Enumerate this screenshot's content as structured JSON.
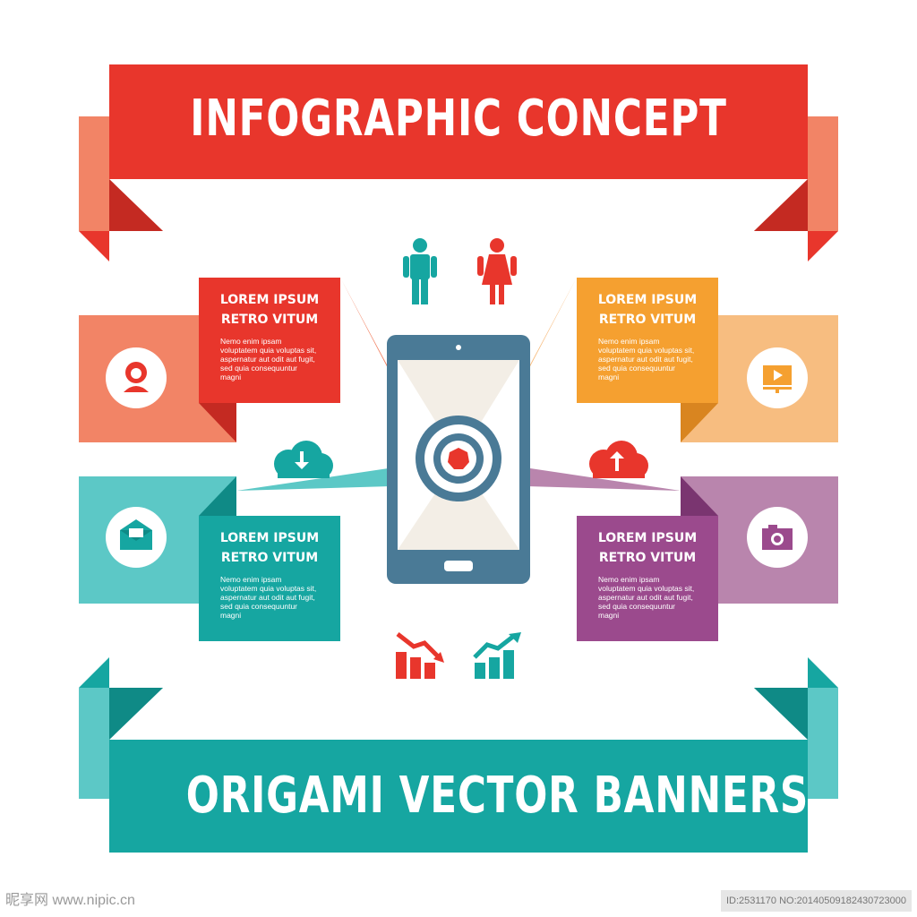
{
  "header": {
    "title": "INFOGRAPHIC CONCEPT"
  },
  "footer_banner": {
    "title": "ORIGAMI VECTOR BANNERS"
  },
  "cards": {
    "red": {
      "heading_1": "LOREM IPSUM",
      "heading_2": "RETRO VITUM",
      "body": "Nemo enim ipsam voluptatem quia voluptas sit, aspernatur aut odit aut fugit, sed quia consequuntur magni"
    },
    "orange": {
      "heading_1": "LOREM IPSUM",
      "heading_2": "RETRO VITUM",
      "body": "Nemo enim ipsam voluptatem quia voluptas sit, aspernatur aut odit aut fugit, sed quia consequuntur magni"
    },
    "teal": {
      "heading_1": "LOREM IPSUM",
      "heading_2": "RETRO VITUM",
      "body": "Nemo enim ipsam voluptatem quia voluptas sit, aspernatur aut odit aut fugit, sed quia consequuntur magni"
    },
    "purple": {
      "heading_1": "LOREM IPSUM",
      "heading_2": "RETRO VITUM",
      "body": "Nemo enim ipsam voluptatem quia voluptas sit, aspernatur aut odit aut fugit, sed quia consequuntur magni"
    }
  },
  "watermark": {
    "left": "昵享网 www.nipic.cn",
    "right": "ID:2531170 NO:20140509182430723000"
  },
  "colors": {
    "red": "#e8362c",
    "red_light": "#f28466",
    "orange": "#f5a030",
    "orange_light": "#f7bd80",
    "teal": "#16a6a1",
    "teal_light": "#5cc8c6",
    "purple": "#9b4a8d",
    "purple_light": "#b985ad",
    "phone": "#4a7a96"
  },
  "icons": [
    "woman-user-icon",
    "video-play-icon",
    "mail-icon",
    "camera-icon",
    "cloud-download-icon",
    "cloud-upload-icon",
    "man-icon",
    "woman-icon",
    "chart-down-icon",
    "chart-up-icon",
    "target-icon",
    "smartphone-icon"
  ]
}
